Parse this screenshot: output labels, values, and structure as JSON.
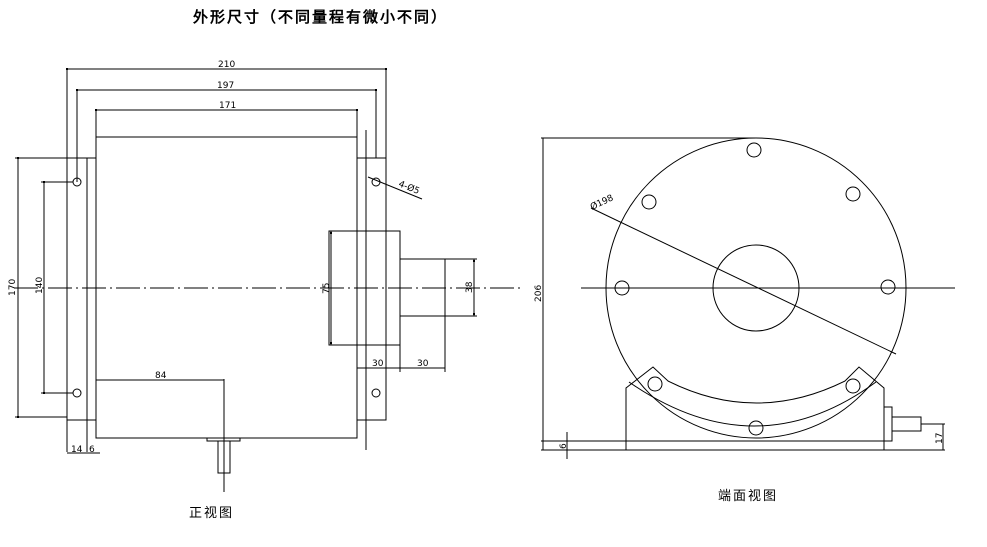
{
  "title": "外形尺寸（不同量程有微小不同）",
  "front_view": {
    "caption": "正视图",
    "dims": {
      "overall_width": "210",
      "flange_span": "197",
      "body_width": "171",
      "height_overall": "170",
      "hole_spacing": "140",
      "hole_callout": "4-Ø5",
      "hub_diameter": "75",
      "shaft_diameter": "38",
      "hub_length": "30",
      "shaft_length": "30",
      "connector_offset": "84",
      "flange_thickness": "14",
      "flange_gap": "6"
    }
  },
  "end_view": {
    "caption": "端面视图",
    "dims": {
      "pcd": "Ø198",
      "overall_height": "206",
      "base_thickness": "6",
      "connector_height": "17"
    },
    "bolt_holes": 6
  }
}
